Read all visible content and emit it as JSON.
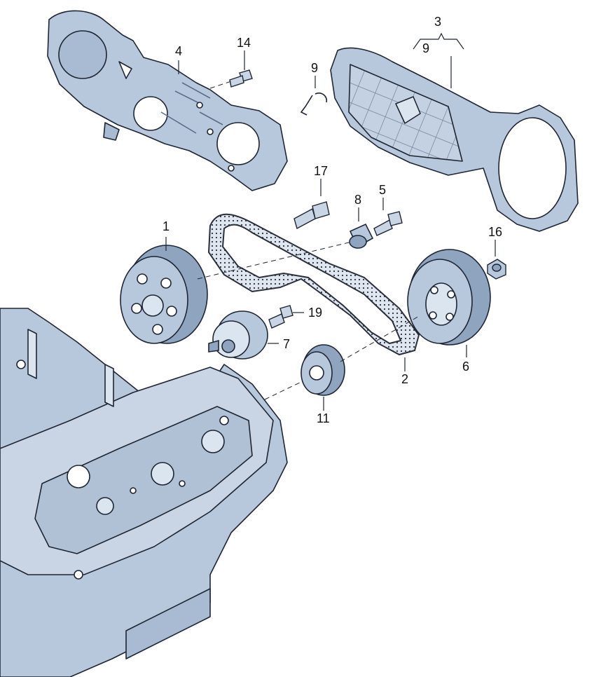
{
  "callouts": [
    {
      "id": "1",
      "text": "1"
    },
    {
      "id": "2",
      "text": "2"
    },
    {
      "id": "3",
      "text": "3"
    },
    {
      "id": "3-sub",
      "text": "9"
    },
    {
      "id": "4",
      "text": "4"
    },
    {
      "id": "5",
      "text": "5"
    },
    {
      "id": "6",
      "text": "6"
    },
    {
      "id": "7",
      "text": "7"
    },
    {
      "id": "8",
      "text": "8"
    },
    {
      "id": "9",
      "text": "9"
    },
    {
      "id": "11",
      "text": "11"
    },
    {
      "id": "14",
      "text": "14"
    },
    {
      "id": "16",
      "text": "16"
    },
    {
      "id": "17",
      "text": "17"
    },
    {
      "id": "19",
      "text": "19"
    }
  ],
  "colors": {
    "part_fill": "#b8c8dc",
    "part_light": "#dbe5f0",
    "part_dark": "#8ea4bf",
    "outline": "#1e2533",
    "belt": "#2a2f3a",
    "belt_light": "#c8d3e0",
    "background": "#ffffff"
  }
}
